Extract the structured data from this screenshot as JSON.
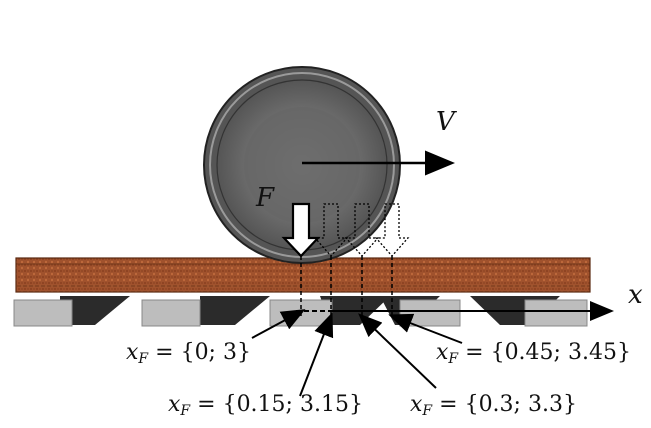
{
  "symbols": {
    "velocity": "V",
    "force": "F",
    "axis": "x"
  },
  "position_labels": [
    {
      "var": "x",
      "sub": "F",
      "value": "= {0; 3}"
    },
    {
      "var": "x",
      "sub": "F",
      "value": "= {0.15; 3.15}"
    },
    {
      "var": "x",
      "sub": "F",
      "value": "= {0.3; 3.3}"
    },
    {
      "var": "x",
      "sub": "F",
      "value": "= {0.45; 3.45}"
    }
  ],
  "colors": {
    "wheel_outer": "#4a4a4a",
    "wheel_inner": "#7a7a7a",
    "rail": "#a0522d",
    "sleeper_top": "#bfbfbf",
    "sleeper_shadow": "#2b2b2b"
  }
}
